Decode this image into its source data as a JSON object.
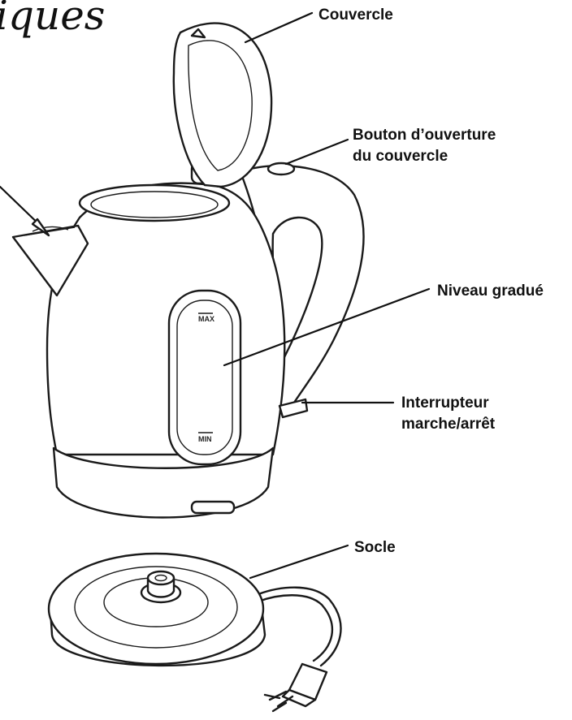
{
  "title": "iques",
  "labels": {
    "lid": "Couvercle",
    "lid_button_line1": "Bouton d’ouverture",
    "lid_button_line2": "du couvercle",
    "water_gauge": "Niveau gradué",
    "switch_line1": "Interrupteur",
    "switch_line2": "marche/arrêt",
    "base": "Socle"
  },
  "gauge_marks": {
    "max": "MAX",
    "min": "MIN"
  }
}
